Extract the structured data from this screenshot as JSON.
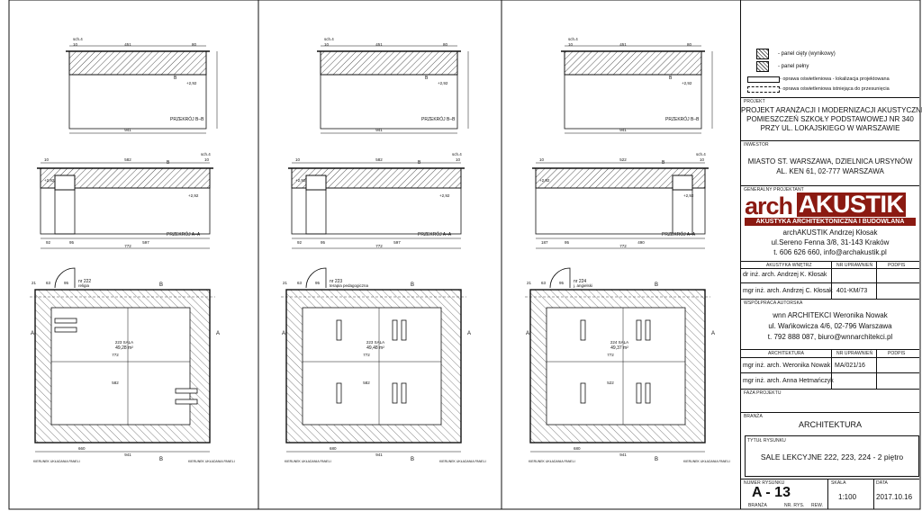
{
  "drawings": [
    {
      "section_bb": {
        "scale_mark": "sch.4",
        "dims": [
          "10",
          "451",
          "80"
        ],
        "level": "+2,92",
        "tag": "B",
        "total": "941",
        "label": "PRZEKRÓJ B–B"
      },
      "section_aa": {
        "scale_mark": "sch.4",
        "dims": [
          "10",
          "582",
          "10"
        ],
        "level_left": "+2,92",
        "level_right": "+2,92",
        "tag": "B",
        "bottom_dims": [
          "92",
          "95",
          "597"
        ],
        "total": "772",
        "label": "PRZEKRÓJ A–A"
      },
      "plan": {
        "room_no": "nr 222",
        "room_name": "religia",
        "room_area_label": "223 SALA",
        "room_area": "49,28 m²",
        "top_dims": [
          "21",
          "63",
          "95"
        ],
        "mid_dim": "772",
        "inner_dim": "582",
        "bottom_dim": "660",
        "bottom_total": "941",
        "tag_a": "A",
        "tag_b": "B",
        "note_left": "KIERUNEK UKŁADANIA PANELI",
        "note_right": "KIERUNEK UKŁADANIA PANELI"
      }
    },
    {
      "section_bb": {
        "scale_mark": "sch.4",
        "dims": [
          "10",
          "451",
          "80"
        ],
        "level": "+2,92",
        "tag": "B",
        "total": "941",
        "label": "PRZEKRÓJ B–B"
      },
      "section_aa": {
        "scale_mark": "sch.4",
        "dims": [
          "10",
          "582",
          "10"
        ],
        "level_left": "+2,92",
        "level_right": "+2,92",
        "tag": "B",
        "bottom_dims": [
          "92",
          "95",
          "597"
        ],
        "total": "772",
        "label": "PRZEKRÓJ A–A"
      },
      "plan": {
        "room_no": "nr 223",
        "room_name": "terapia pedagogiczna",
        "room_area_label": "223 SALA",
        "room_area": "49,48 m²",
        "top_dims": [
          "21",
          "63",
          "95"
        ],
        "mid_dim": "772",
        "inner_dim": "582",
        "bottom_dim": "680",
        "bottom_total": "941",
        "tag_a": "A",
        "tag_b": "B",
        "note_left": "KIERUNEK UKŁADANIA PANELI",
        "note_right": "KIERUNEK UKŁADANIA PANELI"
      }
    },
    {
      "section_bb": {
        "scale_mark": "sch.4",
        "dims": [
          "10",
          "451",
          "80"
        ],
        "level": "+2,92",
        "tag": "B",
        "total": "941",
        "label": "PRZEKRÓJ B–B"
      },
      "section_aa": {
        "scale_mark": "sch.4",
        "dims": [
          "10",
          "522",
          "10"
        ],
        "level_left": "+2,92",
        "level_right": "+2,92",
        "tag": "B",
        "bottom_dims": [
          "187",
          "95",
          "490"
        ],
        "total": "772",
        "label": "PRZEKRÓJ A–A"
      },
      "plan": {
        "room_no": "nr 224",
        "room_name": "j. angielski",
        "room_area_label": "224 SALA",
        "room_area": "49,37 m²",
        "top_dims": [
          "21",
          "63",
          "95"
        ],
        "mid_dim": "772",
        "inner_dim": "522",
        "bottom_dim": "680",
        "bottom_total": "941",
        "tag_a": "A",
        "tag_b": "B",
        "note_left": "KIERUNEK UKŁADANIA PANELI",
        "note_right": "KIERUNEK UKŁADANIA PANELI"
      }
    }
  ],
  "legend": [
    {
      "text": "- panel cięty (wynikowy)"
    },
    {
      "text": "- panel pełny"
    },
    {
      "text": "- oprawa oświetleniowa - lokalizacja projektowana"
    },
    {
      "text": "- oprawa oświetleniowa istniejąca do przesunięcia"
    }
  ],
  "title_block": {
    "project_label": "PROJEKT",
    "project_lines": [
      "PROJEKT ARANŻACJI I MODERNIZACJI AKUSTYCZNEJ",
      "POMIESZCZEŃ SZKOŁY PODSTAWOWEJ NR 340",
      "PRZY UL. LOKAJSKIEGO W WARSZAWIE"
    ],
    "investor_label": "INWESTOR",
    "investor_lines": [
      "MIASTO ST. WARSZAWA, DZIELNICA URSYNÓW",
      "AL. KEN 61, 02-777 WARSZAWA"
    ],
    "designer_label": "GENERALNY PROJEKTANT",
    "logo_arch": "arch",
    "logo_akustik": "AKUSTIK",
    "logo_sub": "AKUSTYKA ARCHITEKTONICZNA I BUDOWLANA",
    "designer_lines": [
      "archAKUSTIK Andrzej Kłosak",
      "ul.Sereno Fenna 3/8, 31-143 Kraków",
      "t. 606 626 660, info@archakustik.pl"
    ],
    "col_akustyka": "AKUSTYKA WNĘTRZ",
    "col_uprawnien": "NR UPRAWNIEŃ",
    "col_podpis": "PODPIS",
    "persons_akustyka": [
      {
        "name": "dr inż. arch. Andrzej K. Kłosak",
        "lic": ""
      },
      {
        "name": "mgr inż. arch. Andrzej C. Kłosak",
        "lic": "401-KM/73"
      }
    ],
    "coop_label": "WSPÓŁPRACA AUTORSKA",
    "coop_lines": [
      "wnn ARCHITEKCI Weronika Nowak",
      "ul. Wańkowicza 4/6, 02-796 Warszawa",
      "t. 792 888 087, biuro@wnnarchitekci.pl"
    ],
    "col_architektura": "ARCHITEKTURA",
    "persons_arch": [
      {
        "name": "mgr inż. arch. Weronika Nowak",
        "lic": "MA/021/16"
      },
      {
        "name": "mgr inż. arch. Anna Hetmańczyk",
        "lic": ""
      }
    ],
    "phase_label": "FAZA PROJEKTU",
    "branch_label": "BRANŻA",
    "branch_value": "ARCHITEKTURA",
    "title_label": "TYTUŁ RYSUNKU",
    "title_value": "SALE LEKCYJNE 222, 223, 224  - 2 piętro",
    "sheet_label": "NUMER RYSUNKU",
    "sheet_value": "A - 13",
    "sheet_sub": [
      "BRANŻA",
      "NR. RYS.",
      "REW."
    ],
    "scale_label": "SKALA",
    "scale_value": "1:100",
    "date_label": "DATA",
    "date_value": "2017.10.16"
  },
  "colors": {
    "brand": "#8b1a12",
    "line": "#111111",
    "hatch": "#555555"
  }
}
